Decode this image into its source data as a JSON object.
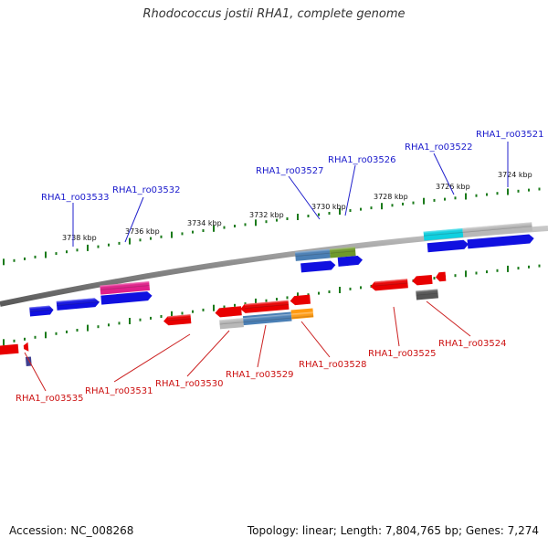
{
  "title": "Rhodococcus jostii RHA1, complete genome",
  "footer": {
    "accession": "Accession: NC_008268",
    "summary": "Topology: linear; Length: 7,804,765 bp; Genes: 7,274"
  },
  "scale_labels": [
    "3738 kbp",
    "3736 kbp",
    "3734 kbp",
    "3732 kbp",
    "3730 kbp",
    "3728 kbp",
    "3726 kbp",
    "3724 kbp"
  ],
  "forward_labels": [
    "RHA1_ro03533",
    "RHA1_ro03532",
    "RHA1_ro03527",
    "RHA1_ro03526",
    "RHA1_ro03522",
    "RHA1_ro03521"
  ],
  "reverse_labels": [
    "RHA1_ro03535",
    "RHA1_ro03531",
    "RHA1_ro03530",
    "RHA1_ro03529",
    "RHA1_ro03528",
    "RHA1_ro03525",
    "RHA1_ro03524"
  ],
  "colors": {
    "blue": "#1010e0",
    "red": "#e80000",
    "magenta": "#e0208a",
    "steel": "#4a7fb5",
    "olive": "#6f9a2a",
    "cyan": "#10d0e0",
    "grey": "#b8b8b8",
    "dark_grey": "#555555",
    "orange": "#ff9a10",
    "purple": "#404090",
    "tick": "#1a7a1a",
    "backbone": "#8a8a8a"
  }
}
